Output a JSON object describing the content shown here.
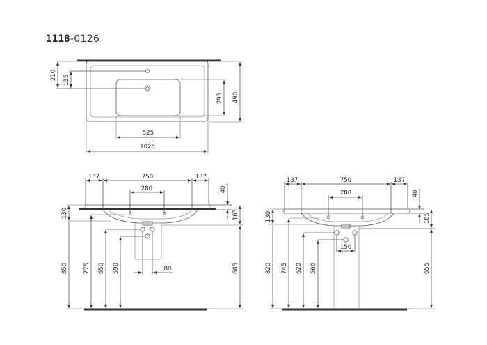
{
  "title": {
    "code": "1118",
    "separator": "-",
    "variant": "0126"
  },
  "top_view": {
    "dims": {
      "d210": "210",
      "d135": "135",
      "d295": "295",
      "d490": "490",
      "d525": "525",
      "d1025": "1025"
    }
  },
  "front_view_left": {
    "dims": {
      "left137": "137",
      "center750": "750",
      "right137": "137",
      "holes280": "280",
      "d40": "40",
      "d130": "130",
      "d165": "165",
      "d850": "850",
      "d775": "775",
      "d650": "650",
      "d590": "590",
      "d80": "80",
      "d685": "685"
    }
  },
  "front_view_right": {
    "dims": {
      "left137": "137",
      "center750": "750",
      "right137": "137",
      "holes280": "280",
      "d40": "40",
      "d130": "130",
      "d165": "165",
      "d820": "820",
      "d745": "745",
      "d620": "620",
      "d560": "560",
      "d150": "150",
      "d655": "655"
    }
  }
}
